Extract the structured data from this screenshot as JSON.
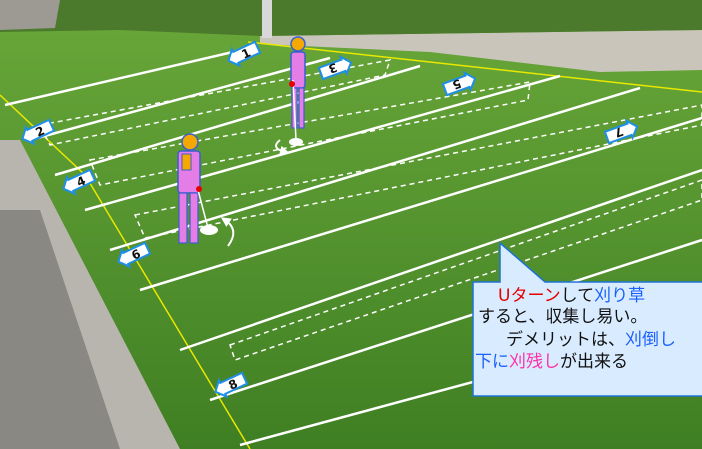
{
  "scene": {
    "markers": [
      "1",
      "2",
      "3",
      "4",
      "5",
      "6",
      "7",
      "8"
    ],
    "callout": {
      "line1": {
        "a": "Uターン",
        "b": "して",
        "c": "刈り草"
      },
      "line2": "すると、収集し易い。",
      "line3": {
        "a": "デメリットは、",
        "b": "刈倒し"
      },
      "line4": {
        "a": "下に",
        "b": "刈残し",
        "c": "が出来る"
      }
    }
  },
  "colors": {
    "grass": "#4f8f2b",
    "figure_body": "#e47ee6",
    "figure_head": "#f4a800",
    "arrow": "#1f8fe6",
    "callout_bg": "#d9ecff",
    "callout_border": "#1e73d6"
  }
}
